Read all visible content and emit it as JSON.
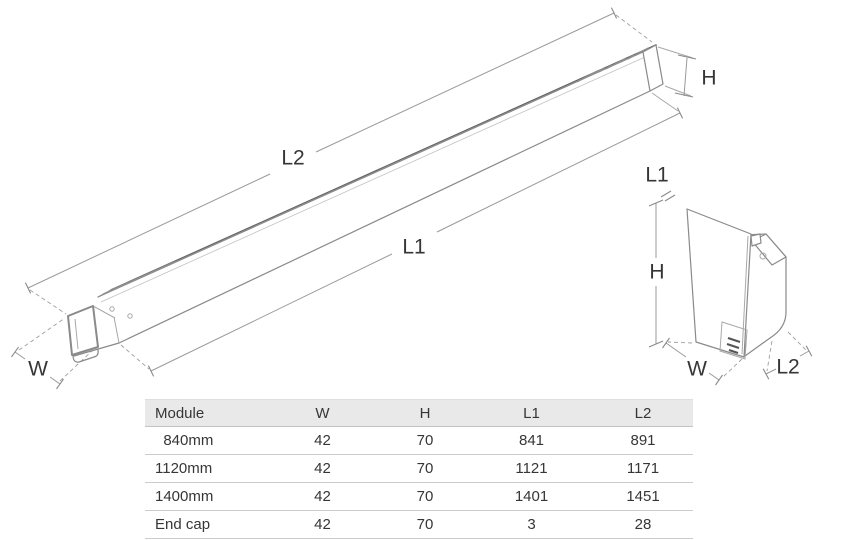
{
  "theme": {
    "bg": "#ffffff",
    "line": "#8a8a8a",
    "line_dark": "#636363",
    "text": "#363636",
    "table_header_bg": "#e9e9e9",
    "table_border": "#cccccc",
    "table_text": "#363636"
  },
  "diagram": {
    "fixture": {
      "l2": "L2",
      "l1": "L1",
      "h": "H",
      "w": "W"
    },
    "end_cap": {
      "l1": "L1",
      "h": "H",
      "w": "W",
      "l2": "L2"
    }
  },
  "table": {
    "headers": {
      "module": "Module",
      "w": "W",
      "h": "H",
      "l1": "L1",
      "l2": "L2"
    },
    "rows": [
      {
        "module": "  840mm",
        "w": "42",
        "h": "70",
        "l1": "841",
        "l2": "891"
      },
      {
        "module": "1120mm",
        "w": "42",
        "h": "70",
        "l1": "1121",
        "l2": "1171"
      },
      {
        "module": "1400mm",
        "w": "42",
        "h": "70",
        "l1": "1401",
        "l2": "1451"
      },
      {
        "module": "End cap",
        "w": "42",
        "h": "70",
        "l1": "3",
        "l2": "28"
      }
    ]
  }
}
